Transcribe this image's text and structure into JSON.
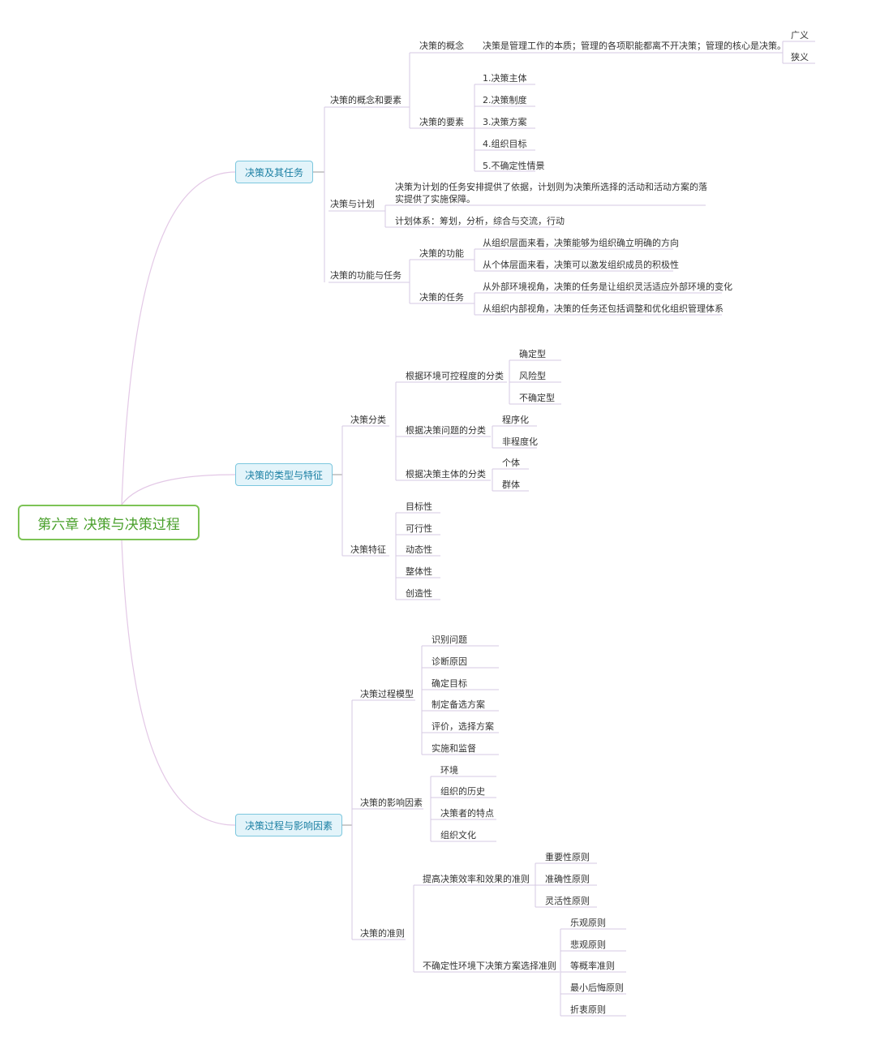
{
  "root": "第六章  决策与决策过程",
  "branches": {
    "b1": {
      "label": "决策及其任务",
      "c1": {
        "label": "决策的概念和要素",
        "concept": {
          "label": "决策的概念",
          "text": "决策是管理工作的本质；管理的各项职能都离不开决策；管理的核心是决策。",
          "kinds": [
            "广义",
            "狭义"
          ]
        },
        "elements": {
          "label": "决策的要素",
          "items": [
            "1.决策主体",
            "2.决策制度",
            "3.决策方案",
            "4.组织目标",
            "5.不确定性情景"
          ]
        }
      },
      "c2": {
        "label": "决策与计划",
        "p1_line1": "决策为计划的任务安排提供了依据，计划则为决策所选择的活动和活动方案的落",
        "p1_line2": "实提供了实施保障。",
        "p2": "计划体系：筹划，分析，综合与交流，行动"
      },
      "c3": {
        "label": "决策的功能与任务",
        "func": {
          "label": "决策的功能",
          "items": [
            "从组织层面来看，决策能够为组织确立明确的方向",
            "从个体层面来看，决策可以激发组织成员的积极性"
          ]
        },
        "task": {
          "label": "决策的任务",
          "items": [
            "从外部环境视角，决策的任务是让组织灵活适应外部环境的变化",
            "从组织内部视角，决策的任务还包括调整和优化组织管理体系"
          ]
        }
      }
    },
    "b2": {
      "label": "决策的类型与特征",
      "cls": {
        "label": "决策分类",
        "env": {
          "label": "根据环境可控程度的分类",
          "items": [
            "确定型",
            "风险型",
            "不确定型"
          ]
        },
        "prob": {
          "label": "根据决策问题的分类",
          "items": [
            "程序化",
            "非程度化"
          ]
        },
        "subj": {
          "label": "根据决策主体的分类",
          "items": [
            "个体",
            "群体"
          ]
        }
      },
      "feat": {
        "label": "决策特征",
        "items": [
          "目标性",
          "可行性",
          "动态性",
          "整体性",
          "创造性"
        ]
      }
    },
    "b3": {
      "label": "决策过程与影响因素",
      "model": {
        "label": "决策过程模型",
        "items": [
          "识别问题",
          "诊断原因",
          "确定目标",
          "制定备选方案",
          "评价，选择方案",
          "实施和监督"
        ]
      },
      "factor": {
        "label": "决策的影响因素",
        "items": [
          "环境",
          "组织的历史",
          "决策者的特点",
          "组织文化"
        ]
      },
      "rule": {
        "label": "决策的准则",
        "eff": {
          "label": "提高决策效率和效果的准则",
          "items": [
            "重要性原则",
            "准确性原则",
            "灵活性原则"
          ]
        },
        "unc": {
          "label": "不确定性环境下决策方案选择准则",
          "items": [
            "乐观原则",
            "悲观原则",
            "等概率准则",
            "最小后悔原则",
            "折衷原则"
          ]
        }
      }
    }
  },
  "colors": {
    "root_border": "#7dc356",
    "root_text": "#4aa02c",
    "main_border": "#7cc7de",
    "main_fill": "#e3f4fa",
    "main_text": "#1b7fa3",
    "branch_line": "#e3c8e6",
    "underline": "#d6c9e3"
  }
}
